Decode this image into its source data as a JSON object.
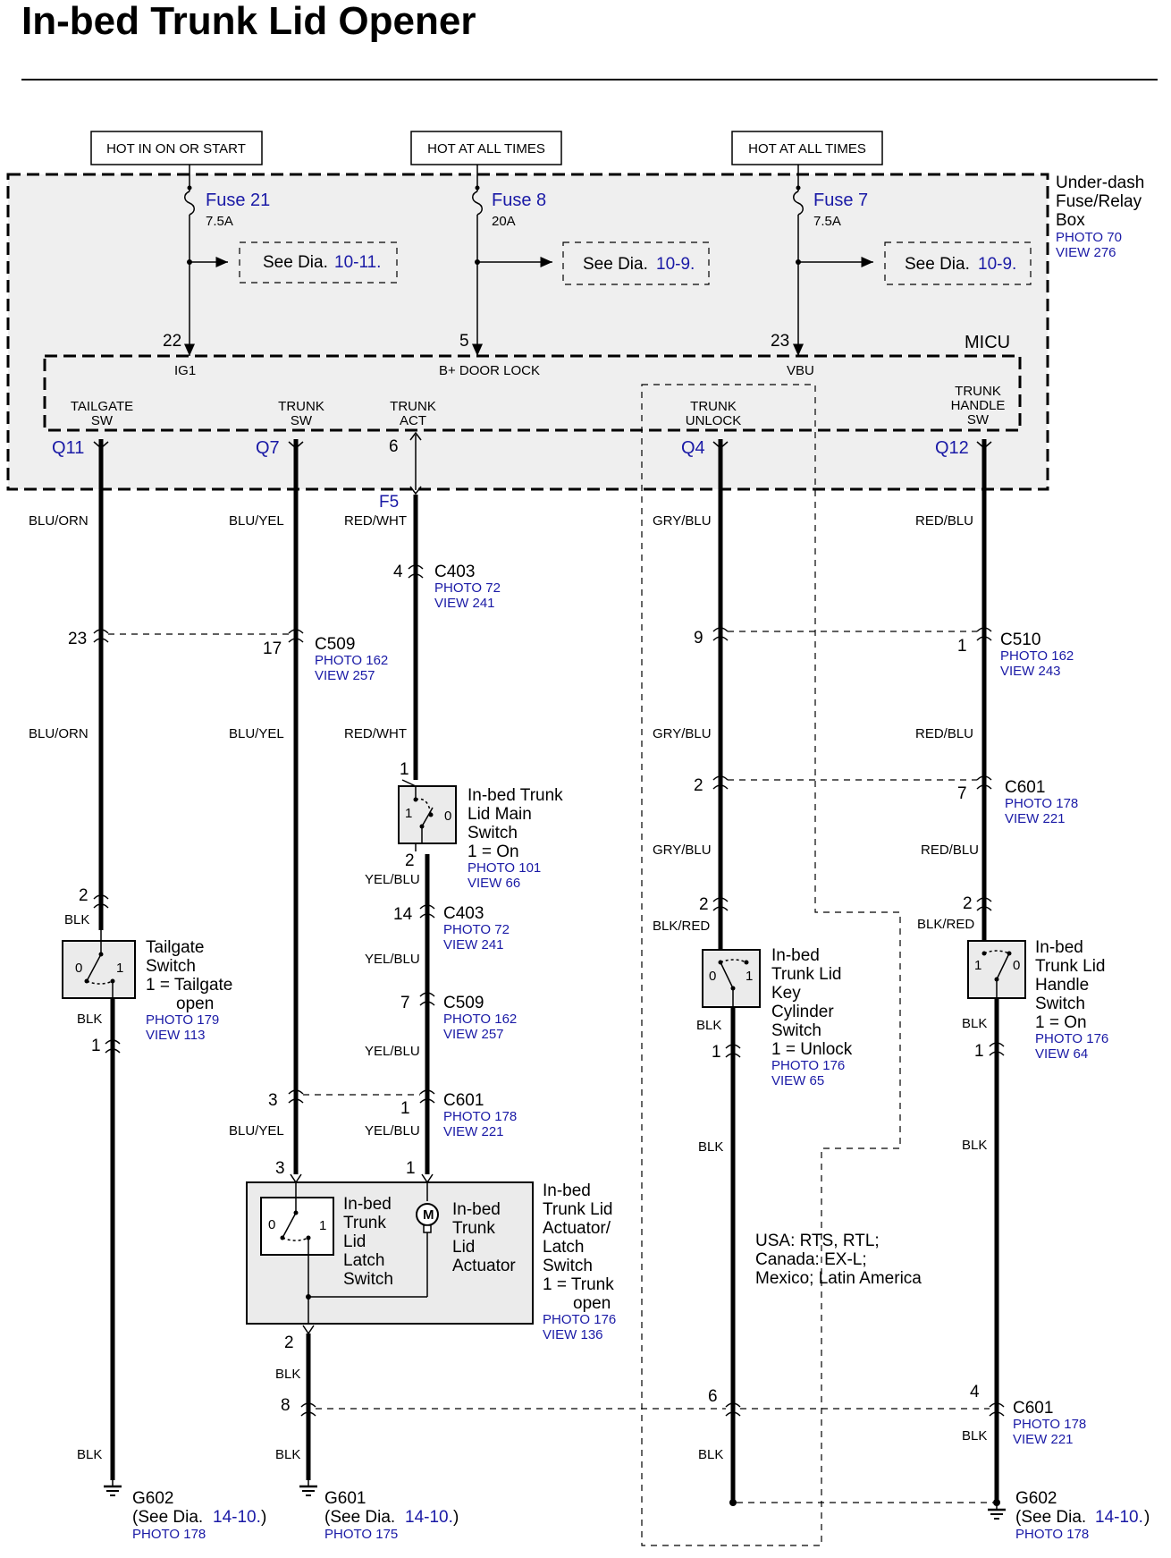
{
  "title": "In-bed Trunk Lid Opener",
  "hot_labels": [
    "HOT IN ON OR START",
    "HOT AT ALL TIMES",
    "HOT AT ALL TIMES"
  ],
  "fuse_box": {
    "name_lines": [
      "Under-dash",
      "Fuse/Relay",
      "Box"
    ],
    "photo": "PHOTO 70",
    "view": "VIEW 276"
  },
  "fuses": [
    {
      "name": "Fuse 21",
      "rating": "7.5A",
      "see": "See Dia.",
      "dia": "10-11.",
      "pin": "22",
      "term": "IG1"
    },
    {
      "name": "Fuse 8",
      "rating": "20A",
      "see": "See Dia.",
      "dia": "10-9.",
      "pin": "5",
      "term": "B+  DOOR LOCK"
    },
    {
      "name": "Fuse 7",
      "rating": "7.5A",
      "see": "See Dia.",
      "dia": "10-9.",
      "pin": "23",
      "term": "VBU"
    }
  ],
  "micu": {
    "label": "MICU",
    "terminals": [
      {
        "lines": [
          "TAILGATE",
          "SW"
        ],
        "pin": "Q11"
      },
      {
        "lines": [
          "TRUNK",
          "SW"
        ],
        "pin": "Q7"
      },
      {
        "lines": [
          "TRUNK",
          "ACT"
        ],
        "pin": "6",
        "conn": "F5"
      },
      {
        "lines": [
          "TRUNK",
          "UNLOCK"
        ],
        "pin": "Q4"
      },
      {
        "lines": [
          "TRUNK",
          "HANDLE",
          "SW"
        ],
        "pin": "Q12"
      }
    ]
  },
  "wire_colors": {
    "blu_orn": "BLU/ORN",
    "blu_yel": "BLU/YEL",
    "red_wht": "RED/WHT",
    "gry_blu": "GRY/BLU",
    "red_blu": "RED/BLU",
    "yel_blu": "YEL/BLU",
    "blk": "BLK",
    "blk_red": "BLK/RED"
  },
  "connectors": {
    "c403a": {
      "name": "C403",
      "photo": "PHOTO 72",
      "view": "VIEW 241",
      "pin": "4"
    },
    "c509a": {
      "name": "C509",
      "photo": "PHOTO 162",
      "view": "VIEW 257",
      "pins": [
        "23",
        "17"
      ]
    },
    "c510": {
      "name": "C510",
      "photo": "PHOTO 162",
      "view": "VIEW 243",
      "pins": [
        "9",
        "1"
      ]
    },
    "c601a": {
      "name": "C601",
      "photo": "PHOTO 178",
      "view": "VIEW 221",
      "pins": [
        "2",
        "7"
      ]
    },
    "c403b": {
      "name": "C403",
      "photo": "PHOTO 72",
      "view": "VIEW 241",
      "pin": "14"
    },
    "c509b": {
      "name": "C509",
      "photo": "PHOTO 162",
      "view": "VIEW 257",
      "pin": "7"
    },
    "c601b": {
      "name": "C601",
      "photo": "PHOTO 178",
      "view": "VIEW 221",
      "pins": [
        "3",
        "1"
      ]
    },
    "c601c": {
      "name": "C601",
      "photo": "PHOTO 178",
      "view": "VIEW 221",
      "pins": [
        "8",
        "6",
        "4"
      ]
    }
  },
  "components": {
    "main_switch": {
      "lines": [
        "In-bed Trunk",
        "Lid Main",
        "Switch",
        "1 = On"
      ],
      "photo": "PHOTO 101",
      "view": "VIEW 66",
      "pins": [
        "1",
        "2"
      ]
    },
    "tailgate_switch": {
      "lines": [
        "Tailgate",
        "Switch",
        "1 = Tailgate",
        "open"
      ],
      "photo": "PHOTO 179",
      "view": "VIEW 113",
      "pins": [
        "2",
        "1"
      ]
    },
    "key_cyl": {
      "lines": [
        "In-bed",
        "Trunk Lid",
        "Key",
        "Cylinder",
        "Switch",
        "1 = Unlock"
      ],
      "photo": "PHOTO 176",
      "view": "VIEW 65",
      "pins": [
        "2",
        "1"
      ]
    },
    "handle_sw": {
      "lines": [
        "In-bed",
        "Trunk Lid",
        "Handle",
        "Switch",
        "1 = On"
      ],
      "photo": "PHOTO 176",
      "view": "VIEW 64",
      "pins": [
        "2",
        "1"
      ]
    },
    "latch_switch": {
      "lines": [
        "In-bed",
        "Trunk",
        "Lid",
        "Latch",
        "Switch"
      ]
    },
    "actuator": {
      "lines": [
        "In-bed",
        "Trunk",
        "Lid",
        "Actuator"
      ]
    },
    "assembly": {
      "lines": [
        "In-bed",
        "Trunk Lid",
        "Actuator/",
        "Latch",
        "Switch",
        "1 = Trunk",
        "open"
      ],
      "photo": "PHOTO 176",
      "view": "VIEW 136",
      "pins": [
        "3",
        "1",
        "2"
      ]
    }
  },
  "note_lines": [
    "USA: RTS, RTL;",
    "Canada: EX-L;",
    "Mexico; Latin America"
  ],
  "grounds": [
    {
      "name": "G602",
      "see": "(See Dia.",
      "dia": "14-10.",
      "close": ")",
      "photo": "PHOTO 178"
    },
    {
      "name": "G601",
      "see": "(See Dia.",
      "dia": "14-10.",
      "close": ")",
      "photo": "PHOTO 175"
    },
    {
      "name": "G602",
      "see": "(See Dia.",
      "dia": "14-10.",
      "close": ")",
      "photo": "PHOTO 178"
    }
  ],
  "colors": {
    "link": "#1a1aa6",
    "box_fill": "#ebebeb"
  }
}
